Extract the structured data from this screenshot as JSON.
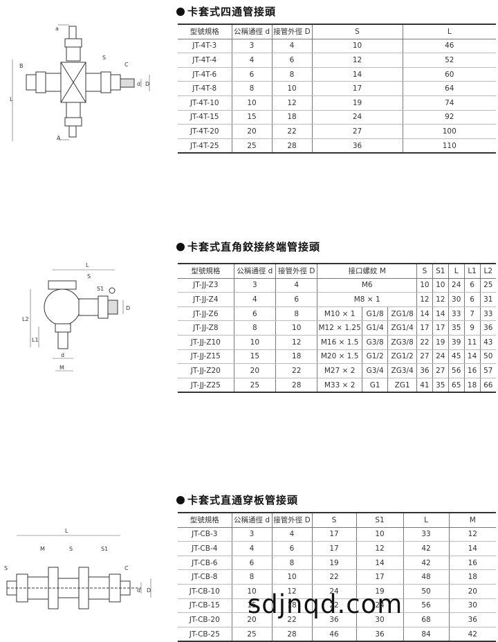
{
  "sections": [
    {
      "title": "卡套式四通管接頭",
      "headers": [
        "型號規格",
        "公稱通徑 d",
        "接管外徑 D",
        "S",
        "L"
      ],
      "rows": [
        [
          "JT-4T-3",
          "3",
          "4",
          "10",
          "46"
        ],
        [
          "JT-4T-4",
          "4",
          "6",
          "12",
          "52"
        ],
        [
          "JT-4T-6",
          "6",
          "8",
          "14",
          "60"
        ],
        [
          "JT-4T-8",
          "8",
          "10",
          "17",
          "64"
        ],
        [
          "JT-4T-10",
          "10",
          "12",
          "19",
          "74"
        ],
        [
          "JT-4T-15",
          "15",
          "18",
          "24",
          "92"
        ],
        [
          "JT-4T-20",
          "20",
          "22",
          "27",
          "100"
        ],
        [
          "JT-4T-25",
          "25",
          "28",
          "36",
          "110"
        ]
      ],
      "diagram_labels": [
        "a",
        "B",
        "S",
        "C",
        "L",
        "d",
        "D",
        "A"
      ]
    },
    {
      "title": "卡套式直角鉸接終端管接頭",
      "headers": [
        "型號規格",
        "公稱通徑 d",
        "接管外徑 D",
        "接口螺紋 M",
        "S",
        "S1",
        "L",
        "L1",
        "L2"
      ],
      "rows": [
        [
          "JT-JJ-Z3",
          "3",
          "4",
          "M6",
          "",
          "10",
          "10",
          "24",
          "6",
          "25"
        ],
        [
          "JT-JJ-Z4",
          "4",
          "6",
          "M8 × 1",
          "",
          "12",
          "12",
          "30",
          "6",
          "31"
        ],
        [
          "JT-JJ-Z6",
          "6",
          "8",
          "M10 × 1",
          "G1/8",
          "ZG1/8",
          "14",
          "14",
          "33",
          "7",
          "33"
        ],
        [
          "JT-JJ-Z8",
          "8",
          "10",
          "M12 × 1.25",
          "G1/4",
          "ZG1/4",
          "17",
          "17",
          "35",
          "9",
          "36"
        ],
        [
          "JT-JJ-Z10",
          "10",
          "12",
          "M16 × 1.5",
          "G3/8",
          "ZG3/8",
          "22",
          "19",
          "39",
          "11",
          "43"
        ],
        [
          "JT-JJ-Z15",
          "15",
          "18",
          "M20 × 1.5",
          "G1/2",
          "ZG1/2",
          "27",
          "24",
          "45",
          "14",
          "50"
        ],
        [
          "JT-JJ-Z20",
          "20",
          "22",
          "M27 × 2",
          "G3/4",
          "ZG3/4",
          "36",
          "27",
          "56",
          "16",
          "57"
        ],
        [
          "JT-JJ-Z25",
          "25",
          "28",
          "M33 × 2",
          "G1",
          "ZG1",
          "41",
          "35",
          "65",
          "18",
          "66"
        ]
      ],
      "diagram_labels": [
        "L",
        "S",
        "S1",
        "L2",
        "L1",
        "D",
        "d",
        "M"
      ]
    },
    {
      "title": "卡套式直通穿板管接頭",
      "headers": [
        "型號規格",
        "公稱通徑 d",
        "接管外徑 D",
        "S",
        "S1",
        "L",
        "M"
      ],
      "rows": [
        [
          "JT-CB-3",
          "3",
          "4",
          "17",
          "10",
          "33",
          "12"
        ],
        [
          "JT-CB-4",
          "4",
          "6",
          "17",
          "12",
          "42",
          "14"
        ],
        [
          "JT-CB-6",
          "6",
          "8",
          "19",
          "14",
          "42",
          "16"
        ],
        [
          "JT-CB-8",
          "8",
          "10",
          "22",
          "17",
          "48",
          "18"
        ],
        [
          "JT-CB-10",
          "10",
          "12",
          "24",
          "19",
          "50",
          "20"
        ],
        [
          "JT-CB-15",
          "15",
          "18",
          "22",
          "24",
          "56",
          "30"
        ],
        [
          "JT-CB-20",
          "20",
          "22",
          "36",
          "30",
          "68",
          "36"
        ],
        [
          "JT-CB-25",
          "25",
          "28",
          "46",
          "36",
          "84",
          "42"
        ]
      ],
      "diagram_labels": [
        "L",
        "M",
        "S",
        "S1",
        "S",
        "C",
        "d",
        "D"
      ]
    }
  ],
  "watermark": "sdjnqd.com"
}
